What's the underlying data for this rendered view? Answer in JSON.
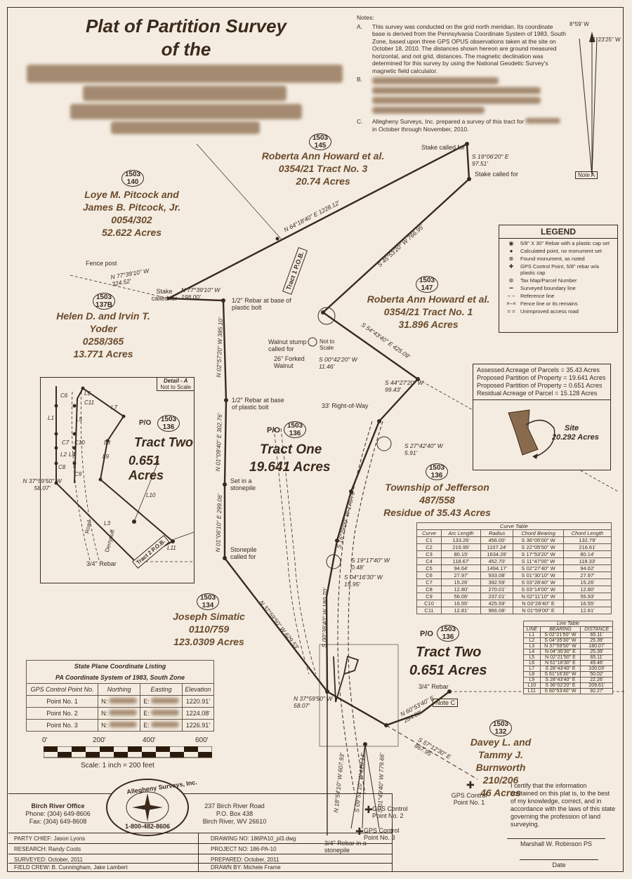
{
  "title": {
    "line1": "Plat of Partition Survey",
    "line2": "of the"
  },
  "notes": {
    "heading": "Notes:",
    "a_label": "A.",
    "a_text": "This survey was conducted on the grid north meridian. Its coordinate base is derived from the Pennsylvania Coordinate System of 1983, South Zone, based upon three GPS OPUS observations taken at the site on October 18, 2010. The distances shown hereon are ground measured horizontal, and not grid, distances. The magnetic declination was determined for this survey by using the National Geodetic Survey's magnetic field calculator.",
    "b_label": "B.",
    "c_label": "C.",
    "c_text1": "Allegheny Surveys, Inc. prepared a survey of this tract for",
    "c_text2": "in October through November, 2010."
  },
  "north_arrow": {
    "declination": "8°59' W",
    "grid": "1°23'25\" W",
    "note": "Note A"
  },
  "legend": {
    "title": "LEGEND",
    "items": [
      {
        "sym": "◉",
        "text": "5/8\" X 30\" Rebar with a plastic cap set"
      },
      {
        "sym": "●",
        "text": "Calculated point, no monument set"
      },
      {
        "sym": "⊗",
        "text": "Found monument, as noted"
      },
      {
        "sym": "✚",
        "text": "GPS Control Point, 5/8\" rebar w/a plastic cap"
      },
      {
        "sym": "⊛",
        "text": "Tax Map/Parcel Number"
      },
      {
        "sym": "━",
        "text": "Surveyed boundary line"
      },
      {
        "sym": "– –",
        "text": "Reference line"
      },
      {
        "sym": "×–×",
        "text": "Fence line or its remains"
      },
      {
        "sym": "= =",
        "text": "Unimproved access road"
      }
    ]
  },
  "acreage": {
    "assessed": "Assessed Acreage of Parcels = 35.43 Acres",
    "proposed1": "Proposed Partition of Property = 19.641 Acres",
    "proposed2": "Proposed Partition of Property = 0.651 Acres",
    "residual": "Residual Acreage of Parcel = 15.128 Acres",
    "site_label": "Site",
    "site_acres": "20.292 Acres"
  },
  "parcels": {
    "p145": {
      "top": "1503",
      "bottom": "145"
    },
    "p140": {
      "top": "1503",
      "bottom": "140"
    },
    "p137b": {
      "top": "1503",
      "bottom": "137B"
    },
    "p147": {
      "top": "1503",
      "bottom": "147"
    },
    "p136a": {
      "top": "1503",
      "bottom": "136"
    },
    "p136b": {
      "top": "1503",
      "bottom": "136"
    },
    "p136c": {
      "top": "1503",
      "bottom": "136"
    },
    "p136d": {
      "top": "1503",
      "bottom": "136"
    },
    "p134": {
      "top": "1503",
      "bottom": "134"
    },
    "p132": {
      "top": "1503",
      "bottom": "132"
    }
  },
  "owners": {
    "howard3": [
      "Roberta Ann Howard et al.",
      "0354/21 Tract No. 3",
      "20.74 Acres"
    ],
    "pitcock": [
      "Loye M. Pitcock and",
      "James B. Pitcock, Jr.",
      "0054/302",
      "52.622 Acres"
    ],
    "yoder": [
      "Helen D. and Irvin T.",
      "Yoder",
      "0258/365",
      "13.771 Acres"
    ],
    "howard1": [
      "Roberta Ann Howard et al.",
      "0354/21 Tract No. 1",
      "31.896 Acres"
    ],
    "jefferson": [
      "Township of Jefferson",
      "487/558",
      "Residue of 35.43 Acres"
    ],
    "simatic": [
      "Joseph Simatic",
      "0110/759",
      "123.0309 Acres"
    ],
    "burnworth": [
      "Davey L. and",
      "Tammy J. Burnworth",
      "210/206",
      "46 Acres"
    ]
  },
  "tracts": {
    "one_name": "Tract One",
    "one_acres": "19.641 Acres",
    "two_name": "Tract Two",
    "two_acres": "0.651 Acres",
    "detail_name": "Tract Two",
    "detail_acres": "0.651 Acres",
    "po": "P/O",
    "tract1_pob": "Tract 1 P.O.B.",
    "tract2_pob": "Tract 2 P.O.B."
  },
  "labels": {
    "stake_called_for": "Stake called for",
    "stake_called_for2": "Stake called for",
    "stake_left": "Stake called for",
    "fence_post": "Fence post",
    "rebar_plastic_bolt": "1/2\" Rebar at base of plastic bolt",
    "rebar_plastic_bolt2": "1/2\" Rebar at base of plastic bolt",
    "walnut_stump": "Walnut stump called for",
    "forked_walnut": "26\" Forked Walnut",
    "not_to_scale": "Not to Scale",
    "set_stonepile": "Set in a stonepile",
    "stonepile_called": "Stonepile called for",
    "right_of_way": "33' Right-of-Way",
    "rebar_34": "3/4\" Rebar",
    "rebar_34_detail": "3/4\" Rebar",
    "rebar_stonepile": "3/4\" Rebar in a stonepile",
    "gps1": "GPS Control Point No. 1",
    "gps2": "GPS Control Point No. 2",
    "gps3": "GPS Control Point No. 3",
    "note_c": "Note C",
    "detail_title": "Detail - A",
    "detail_nts": "Not to Scale",
    "road": "Road",
    "derrydull": "Derryduff"
  },
  "bearings": {
    "b1": "S 19°06'20\" E",
    "d1": "97.51'",
    "b2": "N 64°18'40\" E",
    "d2": "1228.12'",
    "b3": "S 45°53'20\" W",
    "d3": "766.95'",
    "b4": "N 77°39'10\" W",
    "d4": "324.52'",
    "b5": "N 77°39'10\" W",
    "d5": "198.00'",
    "b6": "N 02°57'20\" W",
    "d6": "385.10'",
    "b7": "S 54°43'40\" E",
    "d7": "425.09'",
    "b8": "S 00°42'20\" W",
    "d8": "11.46'",
    "b9": "S 44°27'20\" W",
    "d9": "99.43'",
    "b10": "N 01°09'40\" E",
    "d10": "302.76'",
    "b11": "N 01°06'10\" E",
    "d11": "299.06'",
    "b12": "S 27°42'40\" W",
    "d12": "5.91'",
    "b13": "S 16°29'00\" W",
    "d13": "176.75'",
    "b14": "S 19°17'40\" W",
    "d14": "0.48'",
    "b15": "S 04°16'30\" W",
    "d15": "15.95'",
    "b16": "N 37°59'50\" W",
    "d16": "629.53'",
    "b17": "S 00°38'40\" W",
    "d17": "180.70'",
    "b18": "N 37°59'50\" W",
    "d18": "58.07'",
    "b19": "N 60°53'40\" E",
    "d19": "284.00'",
    "b20": "S 57°12'30\" E",
    "d20": "867.95'",
    "b21": "N 37°59'50\" W",
    "d21": "58.07'",
    "b22": "N 18°54'10\" W",
    "d22": "607.93'",
    "b23": "S 09°51'10\" W",
    "d23": "128.14'",
    "b24": "S 01°49'40\" W",
    "d24": "779.66'"
  },
  "curve_table": {
    "title": "Curve Table",
    "headers": [
      "Curve",
      "Arc Length",
      "Radius",
      "Chord Bearing",
      "Chord Length"
    ],
    "rows": [
      [
        "C1",
        "133.26'",
        "456.00'",
        "S 36°05'00\" W",
        "132.79'"
      ],
      [
        "C2",
        "216.95'",
        "1107.24'",
        "S 22°05'50\" W",
        "216.61'"
      ],
      [
        "C3",
        "80.15'",
        "1634.26'",
        "S 17°53'20\" W",
        "80.14'"
      ],
      [
        "C4",
        "118.67'",
        "452.70'",
        "S 11°47'00\" W",
        "118.33'"
      ],
      [
        "C5",
        "94.64'",
        "1494.17'",
        "S 02°27'40\" W",
        "94.62'"
      ],
      [
        "C6",
        "27.97'",
        "933.08'",
        "S 01°30'10\" W",
        "27.97'"
      ],
      [
        "C7",
        "15.26'",
        "392.59'",
        "S 03°28'40\" W",
        "15.26'"
      ],
      [
        "C8",
        "12.80'",
        "270.01'",
        "S 03°14'00\" W",
        "12.80'"
      ],
      [
        "C9",
        "56.06'",
        "237.01'",
        "N 02°11'10\" W",
        "55.93'"
      ],
      [
        "C10",
        "16.55'",
        "425.59'",
        "N 03°28'40\" E",
        "16.55'"
      ],
      [
        "C11",
        "12.81'",
        "966.08'",
        "N 01°59'00\" E",
        "12.81'"
      ]
    ]
  },
  "line_table": {
    "title": "Line Table",
    "headers": [
      "LINE",
      "BEARING",
      "DISTANCE"
    ],
    "rows": [
      [
        "L1",
        "S 02°21'50\" W",
        "65.11'"
      ],
      [
        "L2",
        "S 04°35'30\" W",
        "25.39'"
      ],
      [
        "L3",
        "N 37°59'50\" W",
        "180.07'"
      ],
      [
        "L4",
        "N 04°35'30\" E",
        "25.39'"
      ],
      [
        "L5",
        "N 02°21'50\" E",
        "65.11'"
      ],
      [
        "L6",
        "N 61°16'30\" E",
        "49.46'"
      ],
      [
        "L7",
        "S 28°43'40\" E",
        "100.03'"
      ],
      [
        "L8",
        "S 61°16'30\" W",
        "50.02'"
      ],
      [
        "L9",
        "S 28°43'40\" E",
        "22.26'"
      ],
      [
        "L10",
        "S 36°02'20\" E",
        "209.61'"
      ],
      [
        "L11",
        "S 60°53'40\" W",
        "92.27'"
      ]
    ]
  },
  "spc": {
    "title1": "State Plane Coordinate Listing",
    "title2": "PA Coordinate System of 1983, South Zone",
    "headers": [
      "GPS Control Point No.",
      "Northing",
      "Easting",
      "Elevation"
    ],
    "rows": [
      [
        "Point No. 1",
        "N:",
        "E:",
        "1220.91'"
      ],
      [
        "Point No. 2",
        "N:",
        "E:",
        "1224.08'"
      ],
      [
        "Point No. 3",
        "N:",
        "E:",
        "1226.91'"
      ]
    ]
  },
  "scale": {
    "ticks": [
      "0'",
      "200'",
      "400'",
      "600'"
    ],
    "caption": "Scale: 1 inch = 200 feet"
  },
  "office": {
    "left_title": "Birch River Office",
    "phone": "Phone: (304) 649-8606",
    "fax": "Fax: (304) 649-8608",
    "addr1": "237 Birch River Road",
    "addr2": "P.O. Box 438",
    "addr3": "Birch River, WV 26610",
    "seal_name": "Allegheny Surveys, Inc.",
    "seal_phone": "1-800-482-8606"
  },
  "title_block": {
    "party_chief": "PARTY CHIEF:  Jason Lyons",
    "drawing_no": "DRAWING NO: 186PA10_pl3.dwg",
    "research": "RESEARCH:  Randy Coots",
    "project_no": "PROJECT NO: 186-PA-10",
    "surveyed": "SURVEYED:  October, 2011",
    "prepared": "PREPARED:  October, 2011",
    "field_crew": "FIELD CREW:  B. Cunningham, Jake Lambert",
    "drawn_by": "DRAWN BY: Michele Frame"
  },
  "certification": {
    "text": "I certify that the information contained on this plat is, to the best of my knowledge, correct, and in accordance with the laws of this state governing the profession of land surveying.",
    "surveyor": "Marshall W. Robinson PS",
    "date": "Date"
  }
}
